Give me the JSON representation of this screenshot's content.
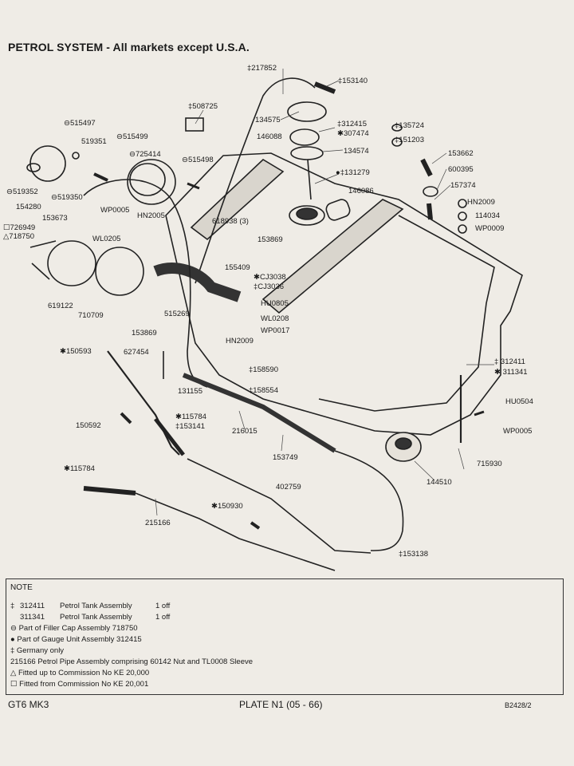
{
  "title": "PETROL SYSTEM - All markets except U.S.A.",
  "parts": [
    "‡217852",
    "‡153140",
    "‡508725",
    "⊖515497",
    "519351",
    "⊖515499",
    "134575",
    "‡312415",
    "✱307474",
    "146088",
    "134574",
    "‡135724",
    "‡151203",
    "⊖725414",
    "⊖515498",
    "153662",
    "600395",
    "157374",
    "⊖519352",
    "⊖519350",
    "154280",
    "●‡131279",
    "146086",
    "HN2009",
    "114034",
    "WP0009",
    "153673",
    "WP0005",
    "HN2005",
    "618938 (3)",
    "☐726949",
    "△718750",
    "WL0205",
    "153869",
    "155409",
    "✱CJ3038",
    "‡CJ3036",
    "619122",
    "710709",
    "515269",
    "HU0805",
    "WL0208",
    "153869",
    "WP0017",
    "HN2009",
    "✱150593",
    "627454",
    "‡158590",
    "‡ 312411",
    "✱ 311341",
    "131155",
    "‡158554",
    "HU0504",
    "✱115784",
    "‡153141",
    "150592",
    "216015",
    "WP0005",
    "153749",
    "715930",
    "✱115784",
    "144510",
    "402759",
    "✱150930",
    "215166",
    "‡153138"
  ],
  "note": {
    "heading": "NOTE",
    "rows": [
      {
        "sym": "‡",
        "num": "312411",
        "desc": "Petrol Tank Assembly",
        "qty": "1 off"
      },
      {
        "sym": "",
        "num": "311341",
        "desc": "Petrol Tank Assembly",
        "qty": "1 off"
      },
      {
        "text": "⊖ Part of Filler Cap Assembly 718750"
      },
      {
        "text": "● Part of Gauge Unit Assembly 312415"
      },
      {
        "text": "‡ Germany only"
      },
      {
        "text": "215166    Petrol Pipe Assembly comprising 60142 Nut and TL0008 Sleeve"
      },
      {
        "text": "△ Fitted up to Commission No KE 20,000"
      },
      {
        "text": "☐ Fitted from Commission No KE 20,001"
      }
    ]
  },
  "footer": {
    "model": "GT6 MK3",
    "plate": "PLATE N1 (05 - 66)",
    "ref": "B2428/2"
  }
}
